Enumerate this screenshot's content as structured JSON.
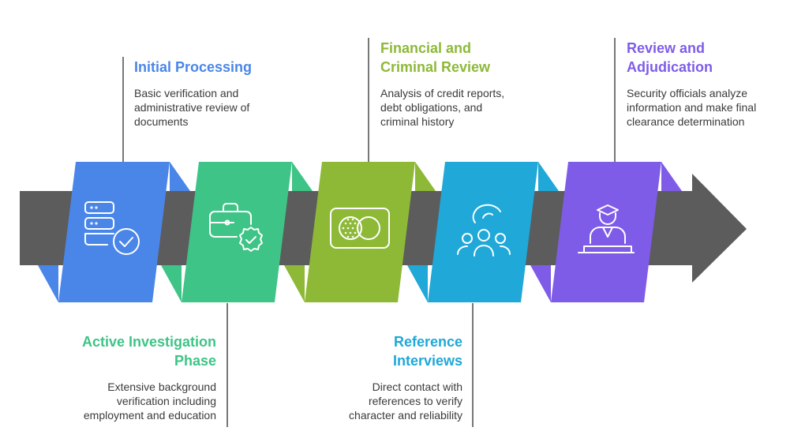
{
  "steps": [
    {
      "title_line1": "Initial Processing",
      "title_line2": "",
      "desc_line1": "Basic verification and",
      "desc_line2": "administrative review of",
      "desc_line3": "documents",
      "color": "#4A86E8",
      "icon": "server-check-icon"
    },
    {
      "title_line1": "Active Investigation",
      "title_line2": "Phase",
      "desc_line1": "Extensive background",
      "desc_line2": "verification including",
      "desc_line3": "employment and education",
      "color": "#3EC486",
      "icon": "briefcase-badge-icon"
    },
    {
      "title_line1": "Financial and",
      "title_line2": "Criminal Review",
      "desc_line1": "Analysis of credit reports,",
      "desc_line2": "debt obligations, and",
      "desc_line3": "criminal history",
      "color": "#8DB937",
      "icon": "credit-card-icon"
    },
    {
      "title_line1": "Reference",
      "title_line2": "Interviews",
      "desc_line1": "Direct contact with",
      "desc_line2": "references to verify",
      "desc_line3": "character and reliability",
      "color": "#1FA8D8",
      "icon": "group-talk-icon"
    },
    {
      "title_line1": "Review and",
      "title_line2": "Adjudication",
      "desc_line1": "Security officials analyze",
      "desc_line2": "information and make final",
      "desc_line3": "clearance determination",
      "color": "#7F5CE8",
      "icon": "officer-desk-icon"
    }
  ],
  "colors": {
    "arrow": "#5C5C5C",
    "connector": "#4a4a4a"
  }
}
